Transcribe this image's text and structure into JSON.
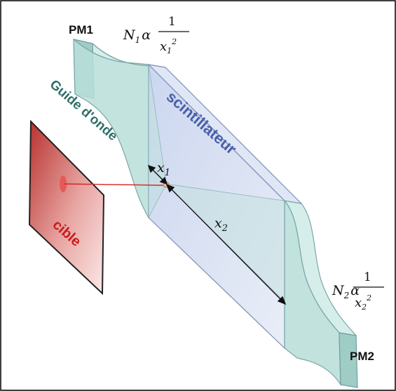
{
  "labels": {
    "pm1": "PM1",
    "pm2": "PM2",
    "guide": "Guide d'onde",
    "scintillator": "scintillateur",
    "target": "cible"
  },
  "formula1": {
    "n": "N",
    "n_sub": "1",
    "alpha": "α",
    "num": "1",
    "x": "x",
    "x_sub": "1",
    "power": "2"
  },
  "formula2": {
    "n": "N",
    "n_sub": "2",
    "alpha": "α",
    "num": "1",
    "x": "x",
    "x_sub": "2",
    "power": "2"
  },
  "distance1": {
    "x": "x",
    "sub": "1"
  },
  "distance2": {
    "x": "x",
    "sub": "2"
  },
  "colors": {
    "guide_fill": "#b8ded8",
    "scintillator_fill": "#cfd9ee",
    "target_fill": "#e8a5a2",
    "beam": "#d22a2a",
    "frame": "#000000"
  }
}
